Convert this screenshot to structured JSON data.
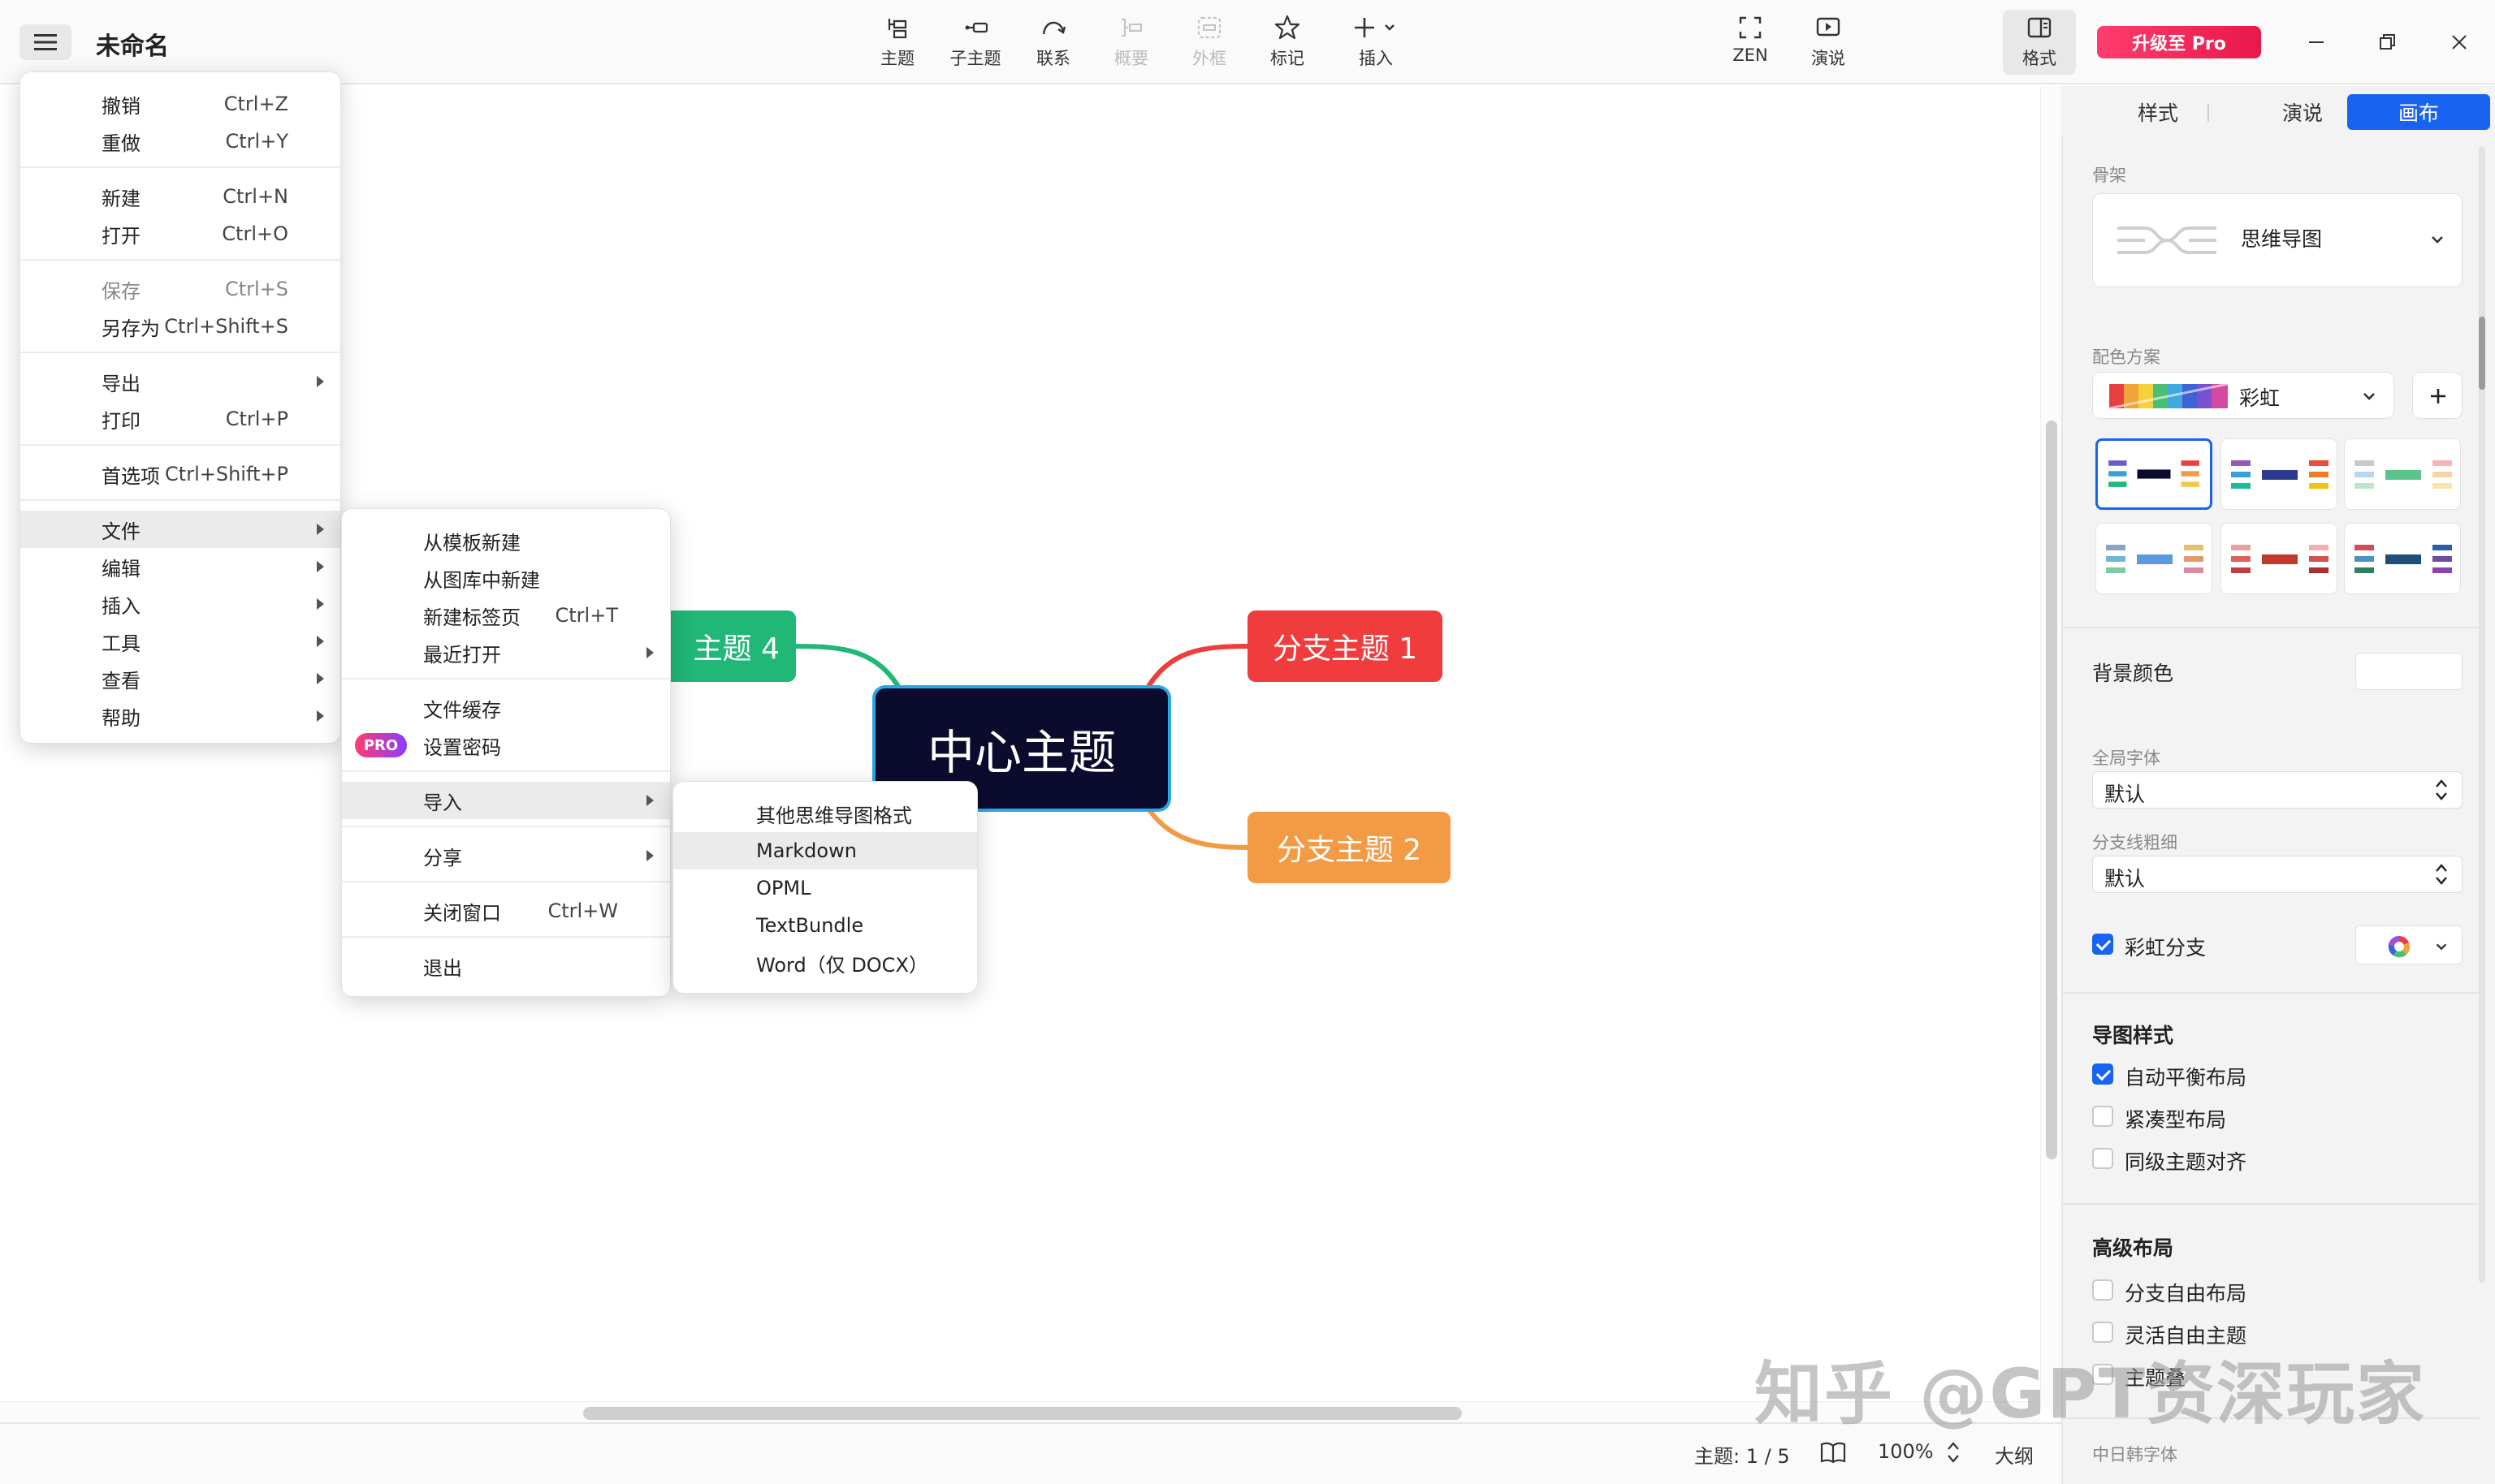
{
  "titlebar": {
    "doc_title": "未命名",
    "pro_label": "升级至 Pro"
  },
  "toolbar": {
    "topic": "主题",
    "subtopic": "子主题",
    "relation": "联系",
    "summary": "概要",
    "boundary": "外框",
    "marker": "标记",
    "insert": "插入",
    "zen": "ZEN",
    "pitch": "演说",
    "format": "格式"
  },
  "mindmap": {
    "central": "中心主题",
    "branch1": "分支主题 1",
    "branch2": "分支主题 2",
    "branch4": "主题 4",
    "colors": {
      "central": "#0b0b2e",
      "branch1": "#f03c3c",
      "branch2": "#f29a44",
      "branch4": "#20b777",
      "selection": "#2ba7e6"
    }
  },
  "main_menu": {
    "items": [
      {
        "label": "撤销",
        "shortcut": "Ctrl+Z"
      },
      {
        "label": "重做",
        "shortcut": "Ctrl+Y"
      },
      {
        "label": "新建",
        "shortcut": "Ctrl+N"
      },
      {
        "label": "打开",
        "shortcut": "Ctrl+O"
      },
      {
        "label": "保存",
        "shortcut": "Ctrl+S"
      },
      {
        "label": "另存为",
        "shortcut": "Ctrl+Shift+S"
      },
      {
        "label": "导出",
        "shortcut": ""
      },
      {
        "label": "打印",
        "shortcut": "Ctrl+P"
      },
      {
        "label": "首选项",
        "shortcut": "Ctrl+Shift+P"
      },
      {
        "label": "文件",
        "shortcut": ""
      },
      {
        "label": "编辑",
        "shortcut": ""
      },
      {
        "label": "插入",
        "shortcut": ""
      },
      {
        "label": "工具",
        "shortcut": ""
      },
      {
        "label": "查看",
        "shortcut": ""
      },
      {
        "label": "帮助",
        "shortcut": ""
      }
    ]
  },
  "file_menu": {
    "pro_badge": "PRO",
    "items": [
      {
        "label": "从模板新建",
        "shortcut": ""
      },
      {
        "label": "从图库中新建",
        "shortcut": ""
      },
      {
        "label": "新建标签页",
        "shortcut": "Ctrl+T"
      },
      {
        "label": "最近打开",
        "shortcut": ""
      },
      {
        "label": "文件缓存",
        "shortcut": ""
      },
      {
        "label": "设置密码",
        "shortcut": ""
      },
      {
        "label": "导入",
        "shortcut": ""
      },
      {
        "label": "分享",
        "shortcut": ""
      },
      {
        "label": "关闭窗口",
        "shortcut": "Ctrl+W"
      },
      {
        "label": "退出",
        "shortcut": ""
      }
    ]
  },
  "import_menu": {
    "items": [
      "其他思维导图格式",
      "Markdown",
      "OPML",
      "TextBundle",
      "Word（仅 DOCX）"
    ]
  },
  "panel": {
    "tabs": [
      "样式",
      "演说",
      "画布"
    ],
    "skeleton_label": "骨架",
    "skeleton_value": "思维导图",
    "color_scheme_label": "配色方案",
    "color_scheme_value": "彩虹",
    "bg_color_label": "背景颜色",
    "global_font_label": "全局字体",
    "global_font_value": "默认",
    "branch_width_label": "分支线粗细",
    "branch_width_value": "默认",
    "rainbow_branch_label": "彩虹分支",
    "map_style_head": "导图样式",
    "auto_balance": "自动平衡布局",
    "compact_layout": "紧凑型布局",
    "align_siblings": "同级主题对齐",
    "advanced_head": "高级布局",
    "branch_free": "分支自由布局",
    "flex_free": "灵活自由主题",
    "overlap": "主题叠",
    "cjk_font_label": "中日韩字体",
    "accent_color": "#1863f0"
  },
  "status": {
    "topics": "主题: 1 / 5",
    "zoom": "100%",
    "outline": "大纲"
  },
  "watermark": "知乎 @GPT资深玩家"
}
